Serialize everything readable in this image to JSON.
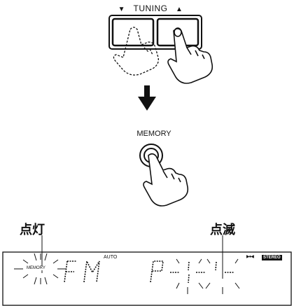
{
  "tuning": {
    "label": "TUNING",
    "down_arrow": "▼",
    "up_arrow": "▲"
  },
  "memory_button": {
    "label": "MEMORY"
  },
  "callouts": {
    "lit": "点灯",
    "blinking": "点滅"
  },
  "display": {
    "auto": "AUTO",
    "stereo": "STEREO",
    "memory": "MEMORY",
    "band": "FM",
    "preset_prefix": "P",
    "tape_indicator": "▶●◀"
  },
  "icons": [
    "down-arrow-icon",
    "up-arrow-icon",
    "pointing-hand-icon",
    "flow-arrow-down-icon",
    "blink-rays-icon"
  ],
  "colors": {
    "ink": "#111111",
    "background": "#ffffff"
  }
}
